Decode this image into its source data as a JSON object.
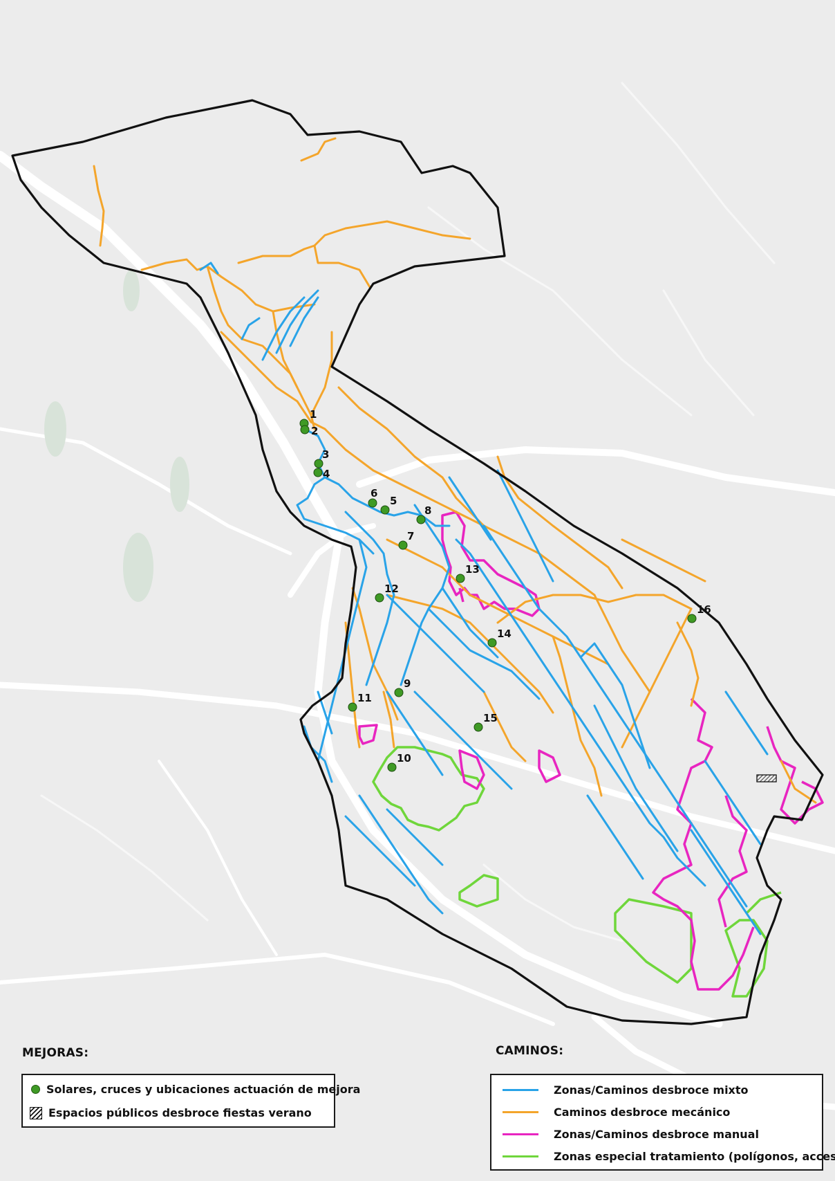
{
  "colors": {
    "mixto": "#29a3e8",
    "mecanico": "#f4a52b",
    "manual": "#e825c0",
    "especial": "#6fd63b",
    "punto": "#3f9a25",
    "limite": "#111111"
  },
  "points": [
    "1",
    "2",
    "3",
    "4",
    "5",
    "6",
    "7",
    "8",
    "9",
    "10",
    "11",
    "12",
    "13",
    "14",
    "15",
    "16"
  ],
  "legend": {
    "mejoras": {
      "title": "MEJORAS:",
      "items": [
        {
          "icon": "green-dot",
          "label": "Solares, cruces y ubicaciones actuación de mejora"
        },
        {
          "icon": "hatched-square",
          "label": "Espacios públicos desbroce fiestas verano"
        }
      ]
    },
    "caminos": {
      "title": "CAMINOS:",
      "items": [
        {
          "color_key": "mixto",
          "label": "Zonas/Caminos desbroce mixto"
        },
        {
          "color_key": "mecanico",
          "label": "Caminos desbroce mecánico"
        },
        {
          "color_key": "manual",
          "label": "Zonas/Caminos desbroce manual"
        },
        {
          "color_key": "especial",
          "label": "Zonas especial tratamiento (polígonos, accesos)"
        }
      ]
    }
  }
}
